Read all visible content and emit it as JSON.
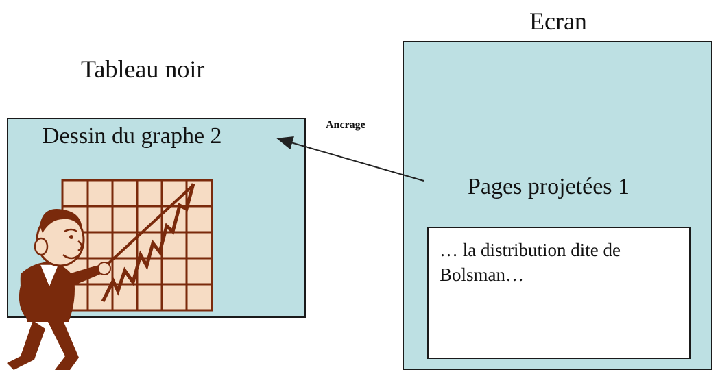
{
  "labels": {
    "blackboard": "Tableau noir",
    "screen": "Ecran",
    "anchor": "Ancrage"
  },
  "blackboard": {
    "title": "Dessin du graphe 2",
    "fill": "#bde0e3",
    "figure": "presenter-pointing-at-rising-chart",
    "chart_color": "#7a2a0c"
  },
  "screen": {
    "title": "Pages projetées 1",
    "fill": "#bde0e3",
    "textbox_lines": [
      "… la distribution dite de",
      "Bolsman…"
    ]
  }
}
